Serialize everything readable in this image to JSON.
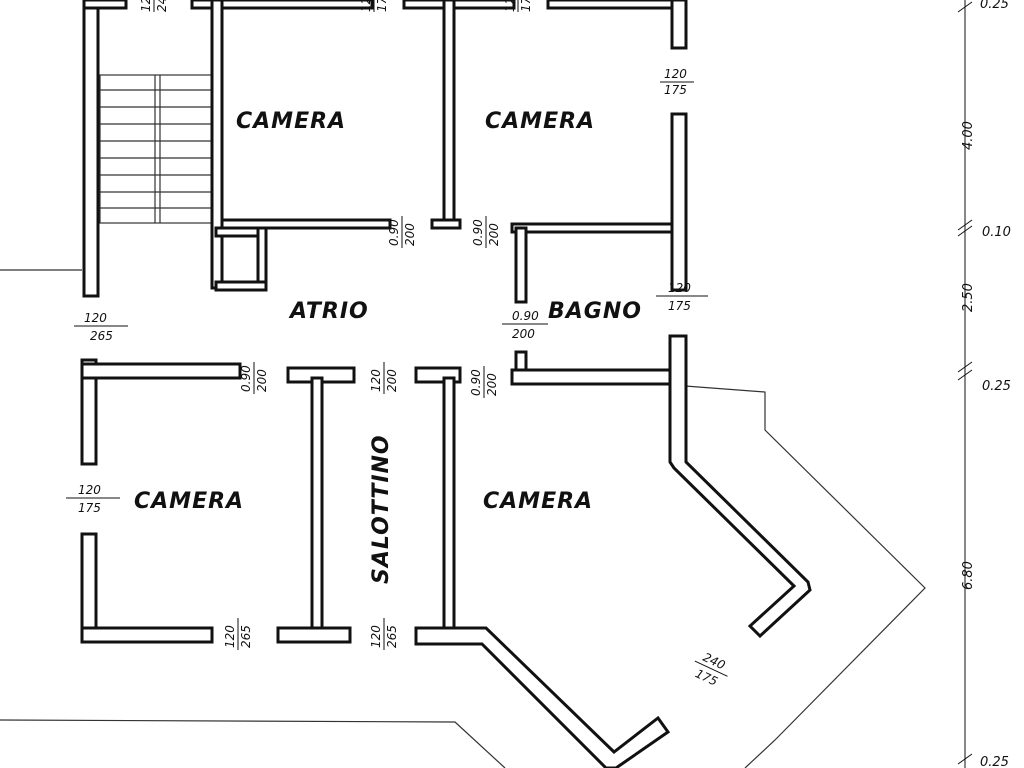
{
  "rooms": {
    "camera_top_left": "CAMERA",
    "camera_top_right": "CAMERA",
    "atrio": "ATRIO",
    "bagno": "BAGNO",
    "camera_bottom_left": "CAMERA",
    "salottino": "SALOTTINO",
    "camera_bottom_right": "CAMERA"
  },
  "door_labels": {
    "top_a": [
      "12",
      "24"
    ],
    "top_b": [
      "12",
      "17"
    ],
    "top_c": [
      "12",
      "17"
    ],
    "camera_right_side": [
      "120",
      "175"
    ],
    "camera1_door": [
      "0.90",
      "200"
    ],
    "camera2_door": [
      "0.90",
      "200"
    ],
    "atrio_left": [
      "120",
      "265"
    ],
    "bagno_right": [
      "120",
      "175"
    ],
    "bagno_door": [
      "0.90",
      "200"
    ],
    "camera3_door": [
      "0.90",
      "200"
    ],
    "salottino_door": [
      "120",
      "200"
    ],
    "camera4_door": [
      "0.90",
      "200"
    ],
    "camera3_left": [
      "120",
      "175"
    ],
    "camera3_bottom": [
      "120",
      "265"
    ],
    "salottino_bottom": [
      "120",
      "265"
    ],
    "camera4_bay": [
      "240",
      "175"
    ]
  },
  "dimensions": [
    "0.25",
    "4.00",
    "0.10",
    "2.50",
    "0.25",
    "6.80",
    "0.25"
  ]
}
